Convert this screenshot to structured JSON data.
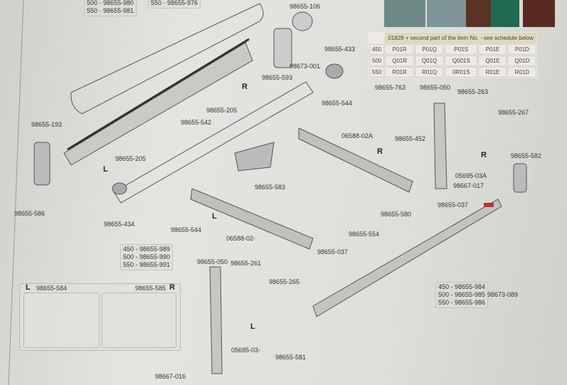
{
  "swatches": [
    {
      "color": "#6f8a86"
    },
    {
      "color": "#7d9596"
    },
    {
      "color": "#5a3322"
    },
    {
      "color": "#1f6a50"
    },
    {
      "color": "#5a2a22"
    }
  ],
  "schedule": {
    "header": "01828 + second part of the item No. - see schedule below",
    "rows": [
      {
        "size": "450",
        "codes": [
          "P01R",
          "P01Q",
          "P01S",
          "P01E",
          "P01D"
        ]
      },
      {
        "size": "500",
        "codes": [
          "Q01R",
          "Q01Q",
          "Q001S",
          "Q01E",
          "Q01D"
        ]
      },
      {
        "size": "550",
        "codes": [
          "R01R",
          "R01Q",
          "0R01S",
          "R01E",
          "R01D"
        ]
      }
    ]
  },
  "labels": {
    "l980": "500 · 98655-980",
    "l981": "550 · 98655-981",
    "l976": "550 · 98655-976",
    "l106": "98655-106",
    "l001": "98673-001",
    "l593": "98655-593",
    "l433": "98655-433",
    "l205a": "98655-205",
    "l193": "98655-193",
    "l542": "98655-542",
    "l205b": "98655-205",
    "l586": "98655-586",
    "l434": "98655-434",
    "l544a": "98655-544",
    "l583": "98655-583",
    "l544b": "98655-544",
    "l763": "98655-763",
    "l050a": "98655-050",
    "l263": "98655-263",
    "l267": "98655-267",
    "l02a": "06588-02A",
    "l452": "98655-452",
    "l582": "98655-582",
    "l03a": "05695-03A",
    "l017": "98667-017",
    "l037a": "98655-037",
    "l580": "98655-580",
    "l554": "98655-554",
    "l02": "06588-02-",
    "l037b": "98655-037",
    "l989": "450 - 98655-989",
    "l990": "500 - 98655-990",
    "l991": "550 - 98655-991",
    "l050b": "98655-050",
    "l261": "98655-261",
    "l265": "98655-265",
    "l03": "05695-03-",
    "l581": "98655-581",
    "l016": "98667-016",
    "l584": "98655-584",
    "l585": "98655-585",
    "l984": "450 - 98655-984",
    "l985": "500 - 98655-985",
    "l986": "550 - 98655-986",
    "l089": "98673-089"
  },
  "sides": {
    "r1": "R",
    "l1": "L",
    "r2": "R",
    "r3": "R",
    "l2": "L",
    "l3": "L",
    "l4": "L",
    "r4": "R"
  }
}
